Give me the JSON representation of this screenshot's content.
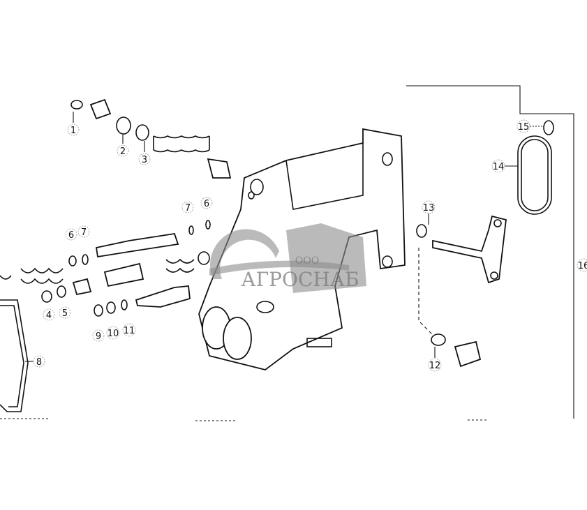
{
  "diagram": {
    "callouts": [
      {
        "id": "c1",
        "text": "1"
      },
      {
        "id": "c2",
        "text": "2"
      },
      {
        "id": "c3",
        "text": "3"
      },
      {
        "id": "c4",
        "text": "4"
      },
      {
        "id": "c5",
        "text": "5"
      },
      {
        "id": "c6a",
        "text": "6"
      },
      {
        "id": "c7a",
        "text": "7"
      },
      {
        "id": "c7b",
        "text": "7"
      },
      {
        "id": "c6b",
        "text": "6"
      },
      {
        "id": "c8",
        "text": "8"
      },
      {
        "id": "c9",
        "text": "9"
      },
      {
        "id": "c10",
        "text": "10"
      },
      {
        "id": "c11",
        "text": "11"
      },
      {
        "id": "c12",
        "text": "12"
      },
      {
        "id": "c13",
        "text": "13"
      },
      {
        "id": "c14",
        "text": "14"
      },
      {
        "id": "c15",
        "text": "15"
      },
      {
        "id": "c16",
        "text": "16"
      }
    ]
  },
  "watermark": {
    "prefix": "ООО",
    "name": "АГРОСНАБ",
    "color": "#8c8c8c"
  }
}
